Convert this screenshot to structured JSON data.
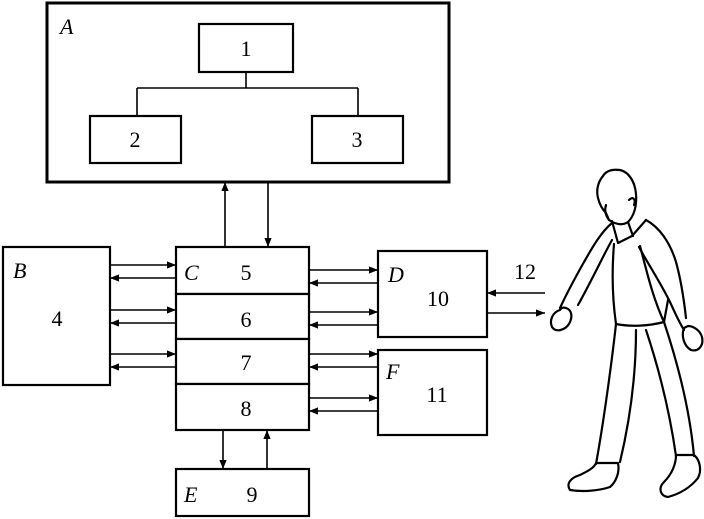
{
  "blocks": {
    "A": "A",
    "B": "B",
    "C": "C",
    "D": "D",
    "E": "E",
    "F": "F"
  },
  "units": {
    "u1": "1",
    "u2": "2",
    "u3": "3",
    "u4": "4",
    "u5": "5",
    "u6": "6",
    "u7": "7",
    "u8": "8",
    "u9": "9",
    "u10": "10",
    "u11": "11",
    "u12": "12"
  },
  "colors": {
    "ink": "#000000",
    "paper": "#ffffff"
  },
  "icons": {
    "person": "walking-person-icon"
  }
}
